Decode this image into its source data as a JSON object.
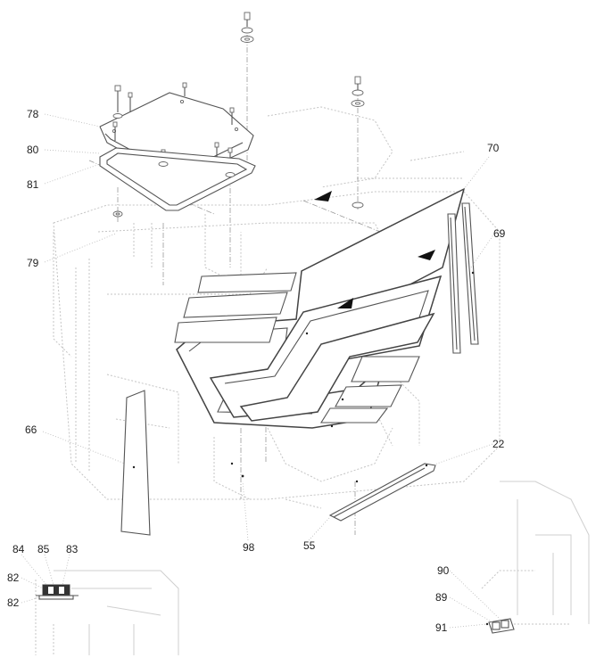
{
  "callouts": {
    "c78": "78",
    "c80": "80",
    "c81": "81",
    "c79": "79",
    "c70": "70",
    "c69": "69",
    "c66": "66",
    "c22": "22",
    "c98": "98",
    "c55": "55",
    "c84": "84",
    "c85": "85",
    "c83": "83",
    "c82a": "82",
    "c82b": "82",
    "c90": "90",
    "c89": "89",
    "c91": "91"
  }
}
